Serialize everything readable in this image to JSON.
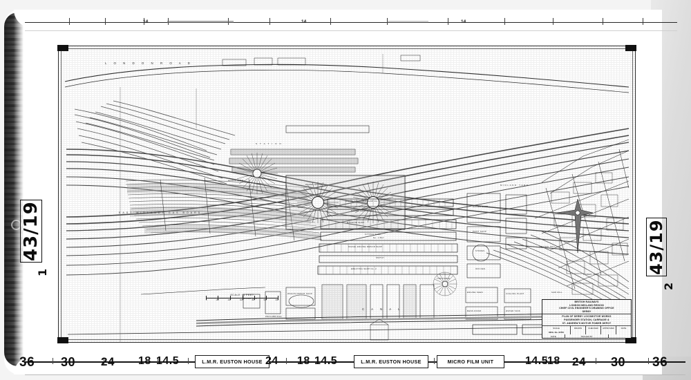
{
  "document": {
    "kind": "microfilm-scan",
    "subject": "British Railways engineering site plan — locomotive works and motive power depot",
    "frame_annotation_left": "43/19",
    "frame_number_left": "1",
    "frame_annotation_right": "43/19",
    "frame_number_right": "2"
  },
  "title_block": {
    "authority_line_1": "BRITISH  RAILWAYS",
    "authority_line_2": "LONDON  MIDLAND  REGION",
    "authority_line_3": "CHIEF CIVIL ENGINEER'S  DRAWING  OFFICE",
    "authority_line_4": "DERBY",
    "title_line_1": "PLAN OF DERBY LOCOMOTIVE WORKS",
    "title_line_2": "PASSENGER  STATION, CARRIAGE  &",
    "title_line_3": "ST. ANDREW'S  MOTIVE  POWER  DEPOT",
    "scale_label": "SCALE",
    "drawing_no_label": "DRG. No.",
    "drawing_no_value": "37/56",
    "date_label": "DATE",
    "traced_label": "TRACED BY",
    "cols": [
      "DRAWN",
      "CHECKED",
      "APPROVED",
      "DATE"
    ]
  },
  "scale_bar": {
    "caption": "SCALE IN FEET",
    "ticks": [
      "0",
      "100",
      "200",
      "300",
      "400",
      "500",
      "600"
    ]
  },
  "map_labels": {
    "london_road": "L O N D O N     R O A D",
    "east_midlands_gas_board": "EAST   MIDLANDS   GAS   BOARD",
    "canal": "C   A   N   A   L",
    "midland_yard": "MIDLAND  YARD",
    "station": "S T A T I O N",
    "carriage_sidings": "CARRIAGE SIDINGS",
    "goods_yard": "GOODS YARD",
    "north_arrow": "north-arrow"
  },
  "building_labels": [
    "DIESEL  ERECTING  SHOP  No. 1",
    "DIESEL  REPAIR  BAY",
    "MACHINE            SHOP",
    "FITTING   SHOP",
    "No. 1  BAY",
    "DIESEL  ENGINE  REPAIR  SHOP",
    "SMITHY",
    "ERECTING   SHOP   No. 2",
    "BOILER SHOP",
    "PAINT SHOP",
    "STORES",
    "OFFICES",
    "WAGON REPAIR SHOP",
    "ENGINE SHED",
    "COALING PLANT",
    "WATER TANK",
    "MESS ROOM",
    "SIGNAL BOX",
    "WEIGHBRIDGE",
    "ROUND HOUSE",
    "TURNTABLE",
    "GOODS SHED",
    "SAW MILL",
    "TIMBER YARD",
    "CENTRAL  MILL"
  ],
  "ruler_bottom": {
    "marks": [
      "36",
      "30",
      "24",
      "18",
      "14.5",
      "24",
      "18",
      "14.5",
      "14.5",
      "18",
      "24",
      "30",
      "36"
    ],
    "boxes": [
      "L.M.R. EUSTON HOUSE",
      "L.M.R. EUSTON HOUSE",
      "MICRO FILM UNIT"
    ]
  },
  "ruler_top": {
    "marks": [
      "14",
      "14",
      "14"
    ]
  }
}
